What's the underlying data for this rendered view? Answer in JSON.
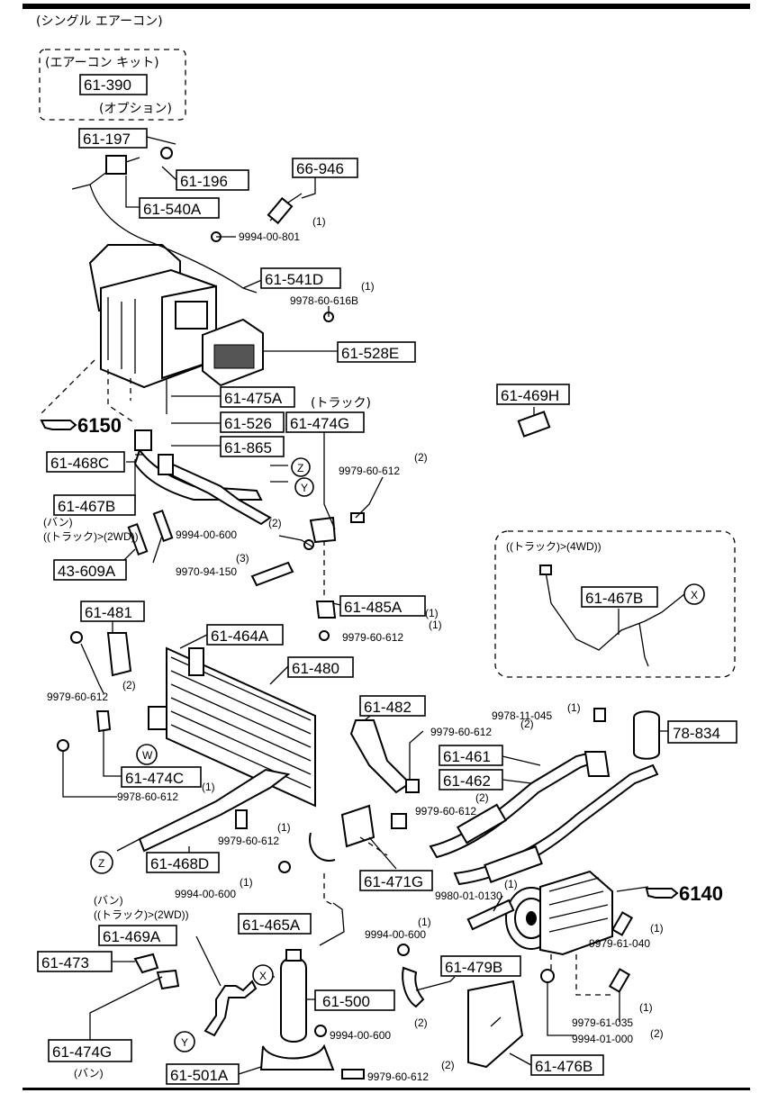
{
  "header": "(シングル エアーコン)",
  "kit": {
    "title": "(エアーコン キット)",
    "code": "61-390",
    "note": "(オプション)"
  },
  "refs": {
    "ref1": "6150",
    "ref2": "6140"
  },
  "boxed_labels": {
    "b61_197": "61-197",
    "b61_196": "61-196",
    "b66_946": "66-946",
    "b61_540A": "61-540A",
    "b61_541D": "61-541D",
    "b61_528E": "61-528E",
    "b61_475A": "61-475A",
    "b61_526": "61-526",
    "b61_474G_top": "61-474G",
    "b61_865": "61-865",
    "b61_468C": "61-468C",
    "b61_467B": "61-467B",
    "b43_609A": "43-609A",
    "b61_469H": "61-469H",
    "b61_467B_4wd": "61-467B",
    "b61_485A": "61-485A",
    "b61_481": "61-481",
    "b61_464A": "61-464A",
    "b61_480": "61-480",
    "b61_482": "61-482",
    "b78_834": "78-834",
    "b61_461": "61-461",
    "b61_462": "61-462",
    "b61_474C": "61-474C",
    "b61_468D": "61-468D",
    "b61_471G": "61-471G",
    "b61_465A": "61-465A",
    "b61_469A": "61-469A",
    "b61_473": "61-473",
    "b61_479B": "61-479B",
    "b61_500": "61-500",
    "b61_474G_bottom": "61-474G",
    "b61_476B": "61-476B",
    "b61_501A": "61-501A"
  },
  "part_numbers": {
    "p9994_00_801": "9994-00-801",
    "p9978_60_616B": "9978-60-616B",
    "p9979_60_612_a": "9979-60-612",
    "p9994_00_600_a": "9994-00-600",
    "p9970_94_150": "9970-94-150",
    "p9979_60_612_b": "9979-60-612",
    "p9979_60_612_c": "9979-60-612",
    "p9978_11_045": "9978-11-045",
    "p9979_60_612_d": "9979-60-612",
    "p9978_60_612": "9978-60-612",
    "p9979_60_612_e": "9979-60-612",
    "p9979_60_612_f": "9979-60-612",
    "p9994_00_600_b": "9994-00-600",
    "p9980_01_0130": "9980-01-0130",
    "p9994_00_600_c": "9994-00-600",
    "p9979_61_040": "9979-61-040",
    "p9979_61_035": "9979-61-035",
    "p9994_01_000": "9994-01-000",
    "p9994_00_600_d": "9994-00-600",
    "p9979_60_612_g": "9979-60-612"
  },
  "quantities": {
    "q1": "(1)",
    "q2": "(1)",
    "q3": "(2)",
    "q4": "(2)",
    "q5": "(3)",
    "q6": "(1)",
    "q7": "(2)",
    "q8": "(1)",
    "q9": "(2)",
    "q10": "(1)",
    "q11": "(2)",
    "q12": "(1)",
    "q13": "(1)",
    "q14": "(1)",
    "q15": "(1)",
    "q16": "(1)",
    "q17": "(1)",
    "q18": "(2)",
    "q19": "(2)",
    "q20": "(2)",
    "q21": "(1)"
  },
  "notes": {
    "truck_top": "(トラック)",
    "van_truck_2wd_a1": "(バン)",
    "van_truck_2wd_a2": "((トラック)>(2WD))",
    "truck_4wd": "((トラック)>(4WD))",
    "van_truck_2wd_b1": "(バン)",
    "van_truck_2wd_b2": "((トラック)>(2WD))",
    "van_bottom": "(バン)"
  },
  "circle_markers": {
    "z1": "Z",
    "y1": "Y",
    "x1": "X",
    "w1": "W",
    "z2": "Z",
    "x2": "X",
    "y2": "Y"
  }
}
